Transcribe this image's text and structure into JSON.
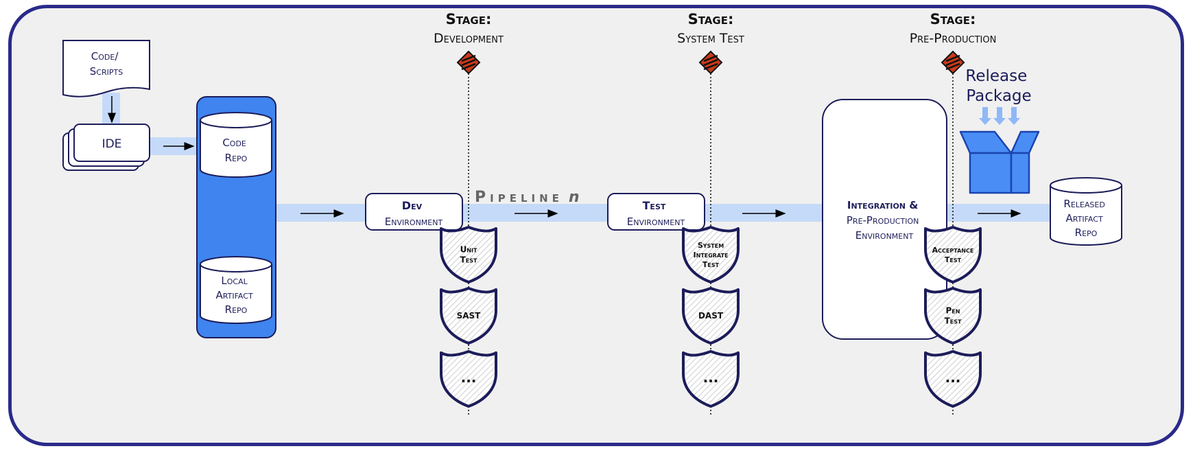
{
  "stages": [
    {
      "label": "Stage:",
      "name": "Development"
    },
    {
      "label": "Stage:",
      "name": "System Test"
    },
    {
      "label": "Stage:",
      "name": "Pre-Production"
    }
  ],
  "source": {
    "doc_line1": "Code/",
    "doc_line2": "Scripts",
    "ide": "IDE"
  },
  "repos": {
    "code_line1": "Code",
    "code_line2": "Repo",
    "local_line1": "Local",
    "local_line2": "Artifact",
    "local_line3": "Repo",
    "released_line1": "Released",
    "released_line2": "Artifact",
    "released_line3": "Repo"
  },
  "pipeline": {
    "label": "Pipeline",
    "var": "n"
  },
  "environments": {
    "dev_line1": "Dev",
    "dev_line2": "Environment",
    "test_line1": "Test",
    "test_line2": "Environment",
    "int_line1": "Integration &",
    "int_line2": "Pre-Production",
    "int_line3": "Environment"
  },
  "release_package": {
    "line1": "Release",
    "line2": "Package"
  },
  "security_tests": {
    "dev": [
      [
        "Unit",
        "Test"
      ],
      [
        "SAST"
      ],
      [
        "..."
      ]
    ],
    "system": [
      [
        "System",
        "Integrate",
        "Test"
      ],
      [
        "DAST"
      ],
      [
        "..."
      ]
    ],
    "preprod": [
      [
        "Acceptance",
        "Test"
      ],
      [
        "Pen",
        "Test"
      ],
      [
        "..."
      ]
    ]
  },
  "colors": {
    "frame_border": "#2a2a8a",
    "background": "#f0f0f0",
    "pipeline_band": "#c5daf9",
    "repo_blue": "#3f84ef",
    "box_blue": "#4a8ef5",
    "text_navy": "#1c1c5a",
    "gate_red": "#c93a1a"
  }
}
